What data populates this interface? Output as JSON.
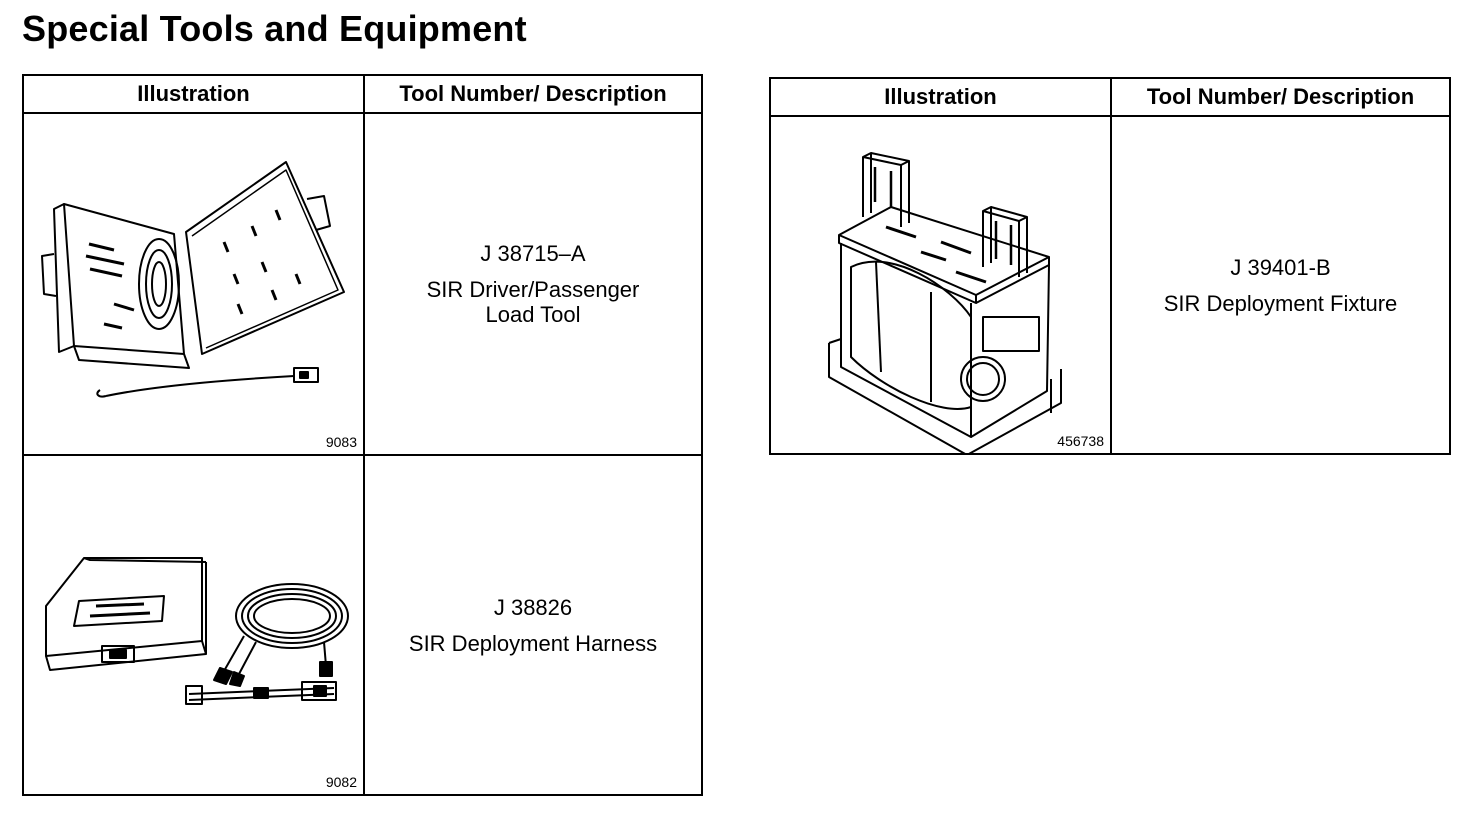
{
  "page_title": "Special Tools and Equipment",
  "header": {
    "illustration": "Illustration",
    "tool_number": "Tool Number/ Description"
  },
  "tools": [
    {
      "figure_number": "9083",
      "tool_number": "J 38715–A",
      "description": "SIR Driver/Passenger\nLoad Tool",
      "illustration_icon": "load-tool-case-icon"
    },
    {
      "figure_number": "9082",
      "tool_number": "J 38826",
      "description": "SIR Deployment Harness",
      "illustration_icon": "deployment-harness-icon"
    },
    {
      "figure_number": "456738",
      "tool_number": "J 39401-B",
      "description": "SIR Deployment Fixture",
      "illustration_icon": "deployment-fixture-icon"
    }
  ]
}
